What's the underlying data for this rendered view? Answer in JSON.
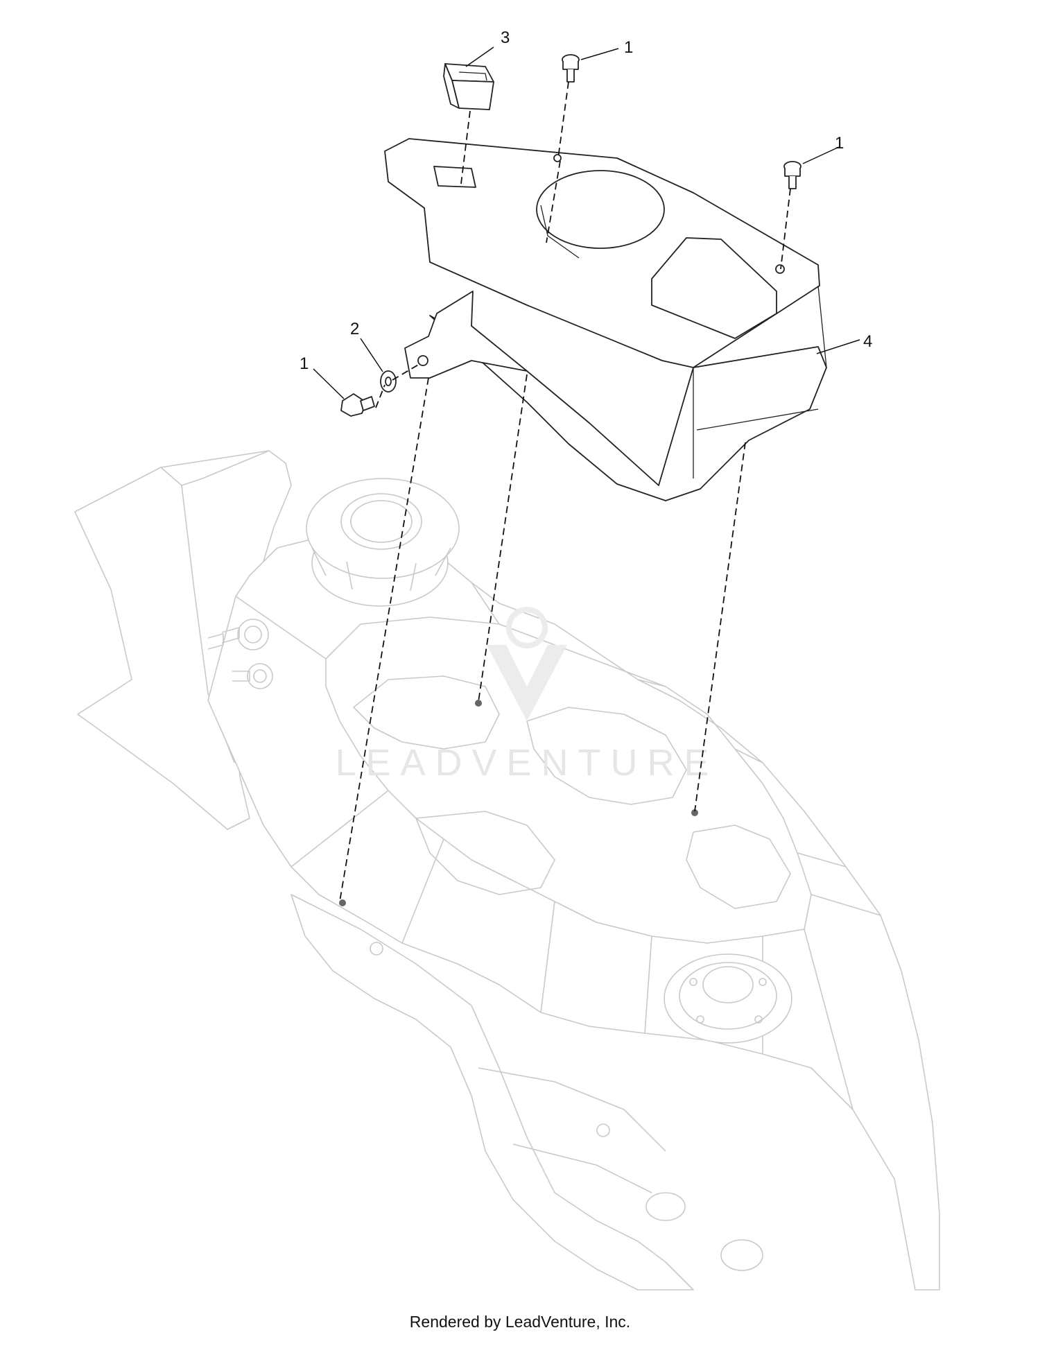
{
  "diagram": {
    "callouts": [
      {
        "id": "c1-top",
        "label": "1"
      },
      {
        "id": "c1-right",
        "label": "1"
      },
      {
        "id": "c1-left",
        "label": "1"
      },
      {
        "id": "c2",
        "label": "2"
      },
      {
        "id": "c3",
        "label": "3"
      },
      {
        "id": "c4",
        "label": "4"
      }
    ],
    "watermark": "LEADVENTURE",
    "footer": "Rendered by LeadVenture, Inc."
  },
  "colors": {
    "line": "#222222",
    "ghost_line": "#c9c9c9",
    "watermark": "#e6e6e6",
    "background": "#ffffff"
  }
}
